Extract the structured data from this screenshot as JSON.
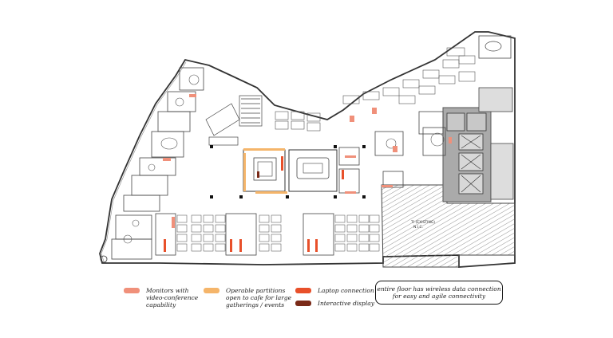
{
  "plan": {
    "tenant_label": "TI (EXISTING)\nN.I.C.",
    "legend": [
      {
        "label": "Monitors with\nvideo-conference\ncapability",
        "color": "#f0907a"
      },
      {
        "label": "Operable partitions\nopen to cafe for large\ngatherings / events",
        "color": "#f5b56a"
      },
      {
        "label": "Laptop connection",
        "color": "#e8502a"
      },
      {
        "label": "Interactive display",
        "color": "#7a2a18"
      }
    ],
    "note": "entire floor has wireless data connection\nfor easy and agile connectivity"
  }
}
